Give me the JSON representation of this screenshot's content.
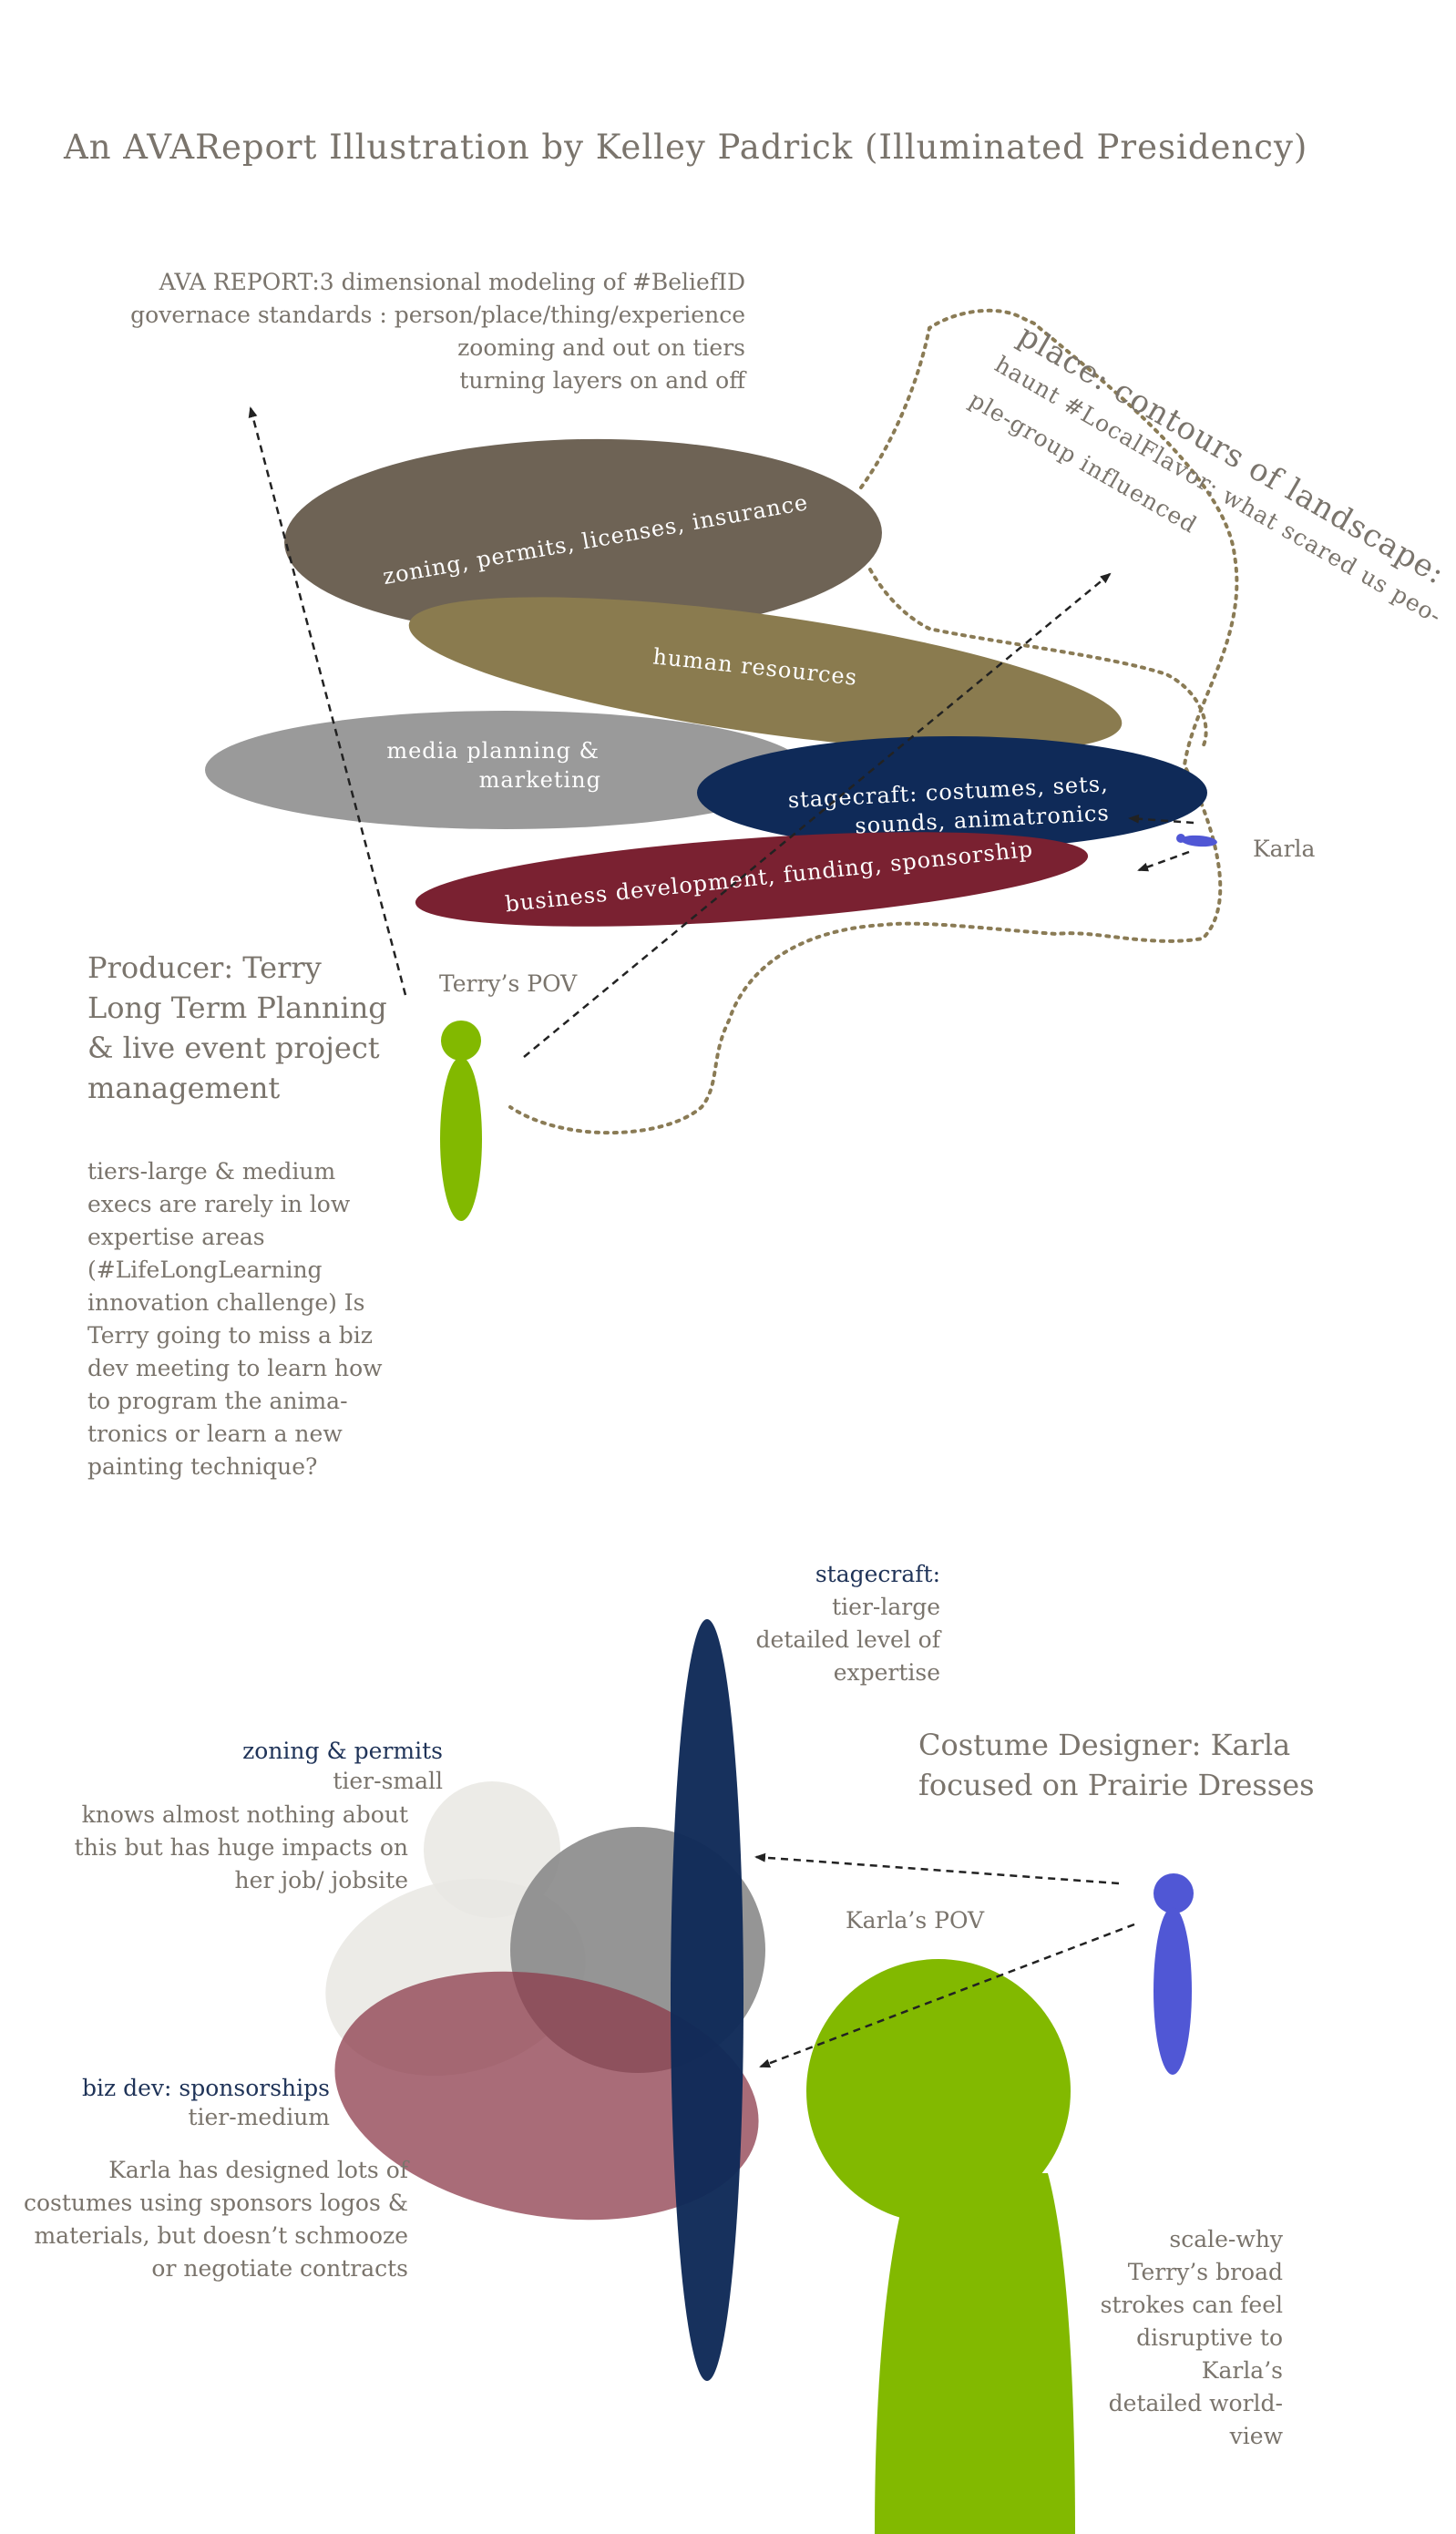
{
  "title": "An AVAReport Illustration by Kelley Padrick (Illuminated Presidency)",
  "top": {
    "report": [
      "AVA REPORT:3 dimensional modeling of #BeliefID",
      "governace standards : person/place/thing/experience",
      "zooming and out on tiers",
      "turning layers on and off"
    ],
    "place_label": [
      "place: contours of landscape:",
      "haunt #LocalFlavor: what scared us peo-",
      "ple-group influenced"
    ],
    "layers": {
      "zoning": "zoning, permits, licenses, insurance",
      "hr": "human resources",
      "media": [
        "media planning &",
        "marketing"
      ],
      "stagecraft": [
        "stagecraft: costumes,  sets,",
        "sounds, animatronics"
      ],
      "bizdev": "business development, funding, sponsorship"
    },
    "karla": "Karla",
    "terry_pov": "Terry’s POV",
    "producer": [
      "Producer: Terry",
      "Long Term Planning",
      "& live event project",
      "management"
    ],
    "tiers_note": [
      "tiers-large & medium",
      "execs are rarely in low",
      "expertise areas",
      "(#LifeLongLearning",
      "innovation challenge) Is",
      "Terry going to miss a biz",
      "dev meeting to learn how",
      "to program the anima-",
      "tronics or learn a new",
      "painting technique?"
    ]
  },
  "bottom": {
    "stagecraft_head": "stagecraft:",
    "stagecraft_body": [
      "tier-large",
      "detailed level of",
      "expertise"
    ],
    "zoning_head": "zoning & permits",
    "zoning_tier": "tier-small",
    "zoning_body": [
      "knows almost nothing about",
      "this but has huge impacts on",
      "her job/ jobsite"
    ],
    "costume": [
      "Costume Designer: Karla",
      "focused on Prairie Dresses"
    ],
    "karla_pov": "Karla’s POV",
    "bizdev_head": "biz dev: sponsorships",
    "bizdev_tier": "tier-medium",
    "bizdev_body": [
      "Karla has designed lots of",
      "costumes using sponsors logos &",
      "materials, but doesn’t schmooze",
      "or negotiate contracts"
    ],
    "scale_note": [
      "scale-why",
      "Terry’s broad",
      "strokes can feel",
      "disruptive to",
      "Karla’s",
      "detailed world-",
      "view"
    ]
  },
  "colors": {
    "zoning": "#6e6355",
    "hr": "#8a7b4f",
    "media": "#9a9a9a",
    "stagecraft": "#0f2a58",
    "bizdev": "#7a2131",
    "green": "#82b900",
    "blue": "#5057d5",
    "text": "#7a746c",
    "navy_text": "#1f3358"
  }
}
